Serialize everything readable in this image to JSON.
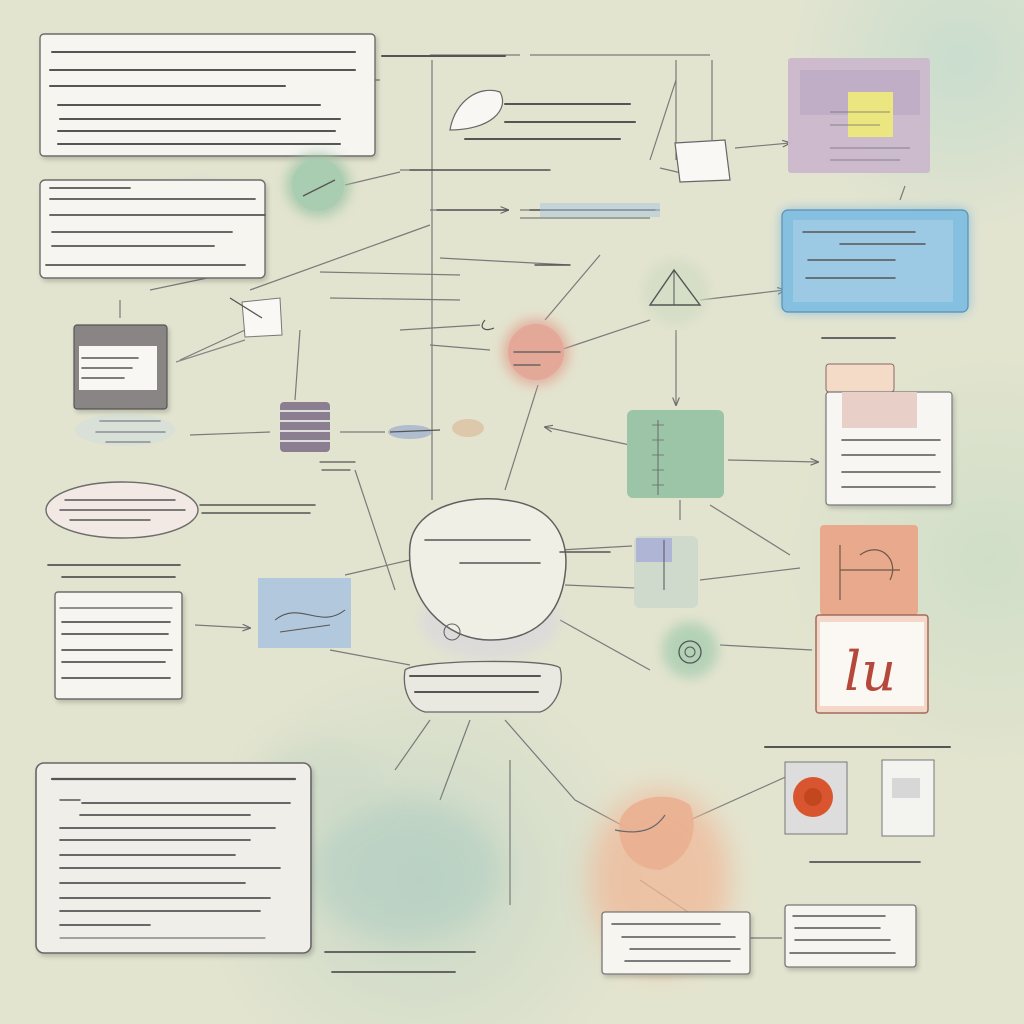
{
  "mind_map": {
    "nodes": [
      {
        "id": "top-left-note",
        "shape": "document"
      },
      {
        "id": "left-note",
        "shape": "document"
      },
      {
        "id": "left-monitor",
        "shape": "monitor"
      },
      {
        "id": "left-ellipse",
        "shape": "ellipse"
      },
      {
        "id": "left-card",
        "shape": "document"
      },
      {
        "id": "bottom-left-panel",
        "shape": "document"
      },
      {
        "id": "center-blob",
        "shape": "blob"
      },
      {
        "id": "center-caption",
        "shape": "rounded-label"
      },
      {
        "id": "red-circle",
        "shape": "circle"
      },
      {
        "id": "green-circle",
        "shape": "circle"
      },
      {
        "id": "triangle-node",
        "shape": "circle"
      },
      {
        "id": "green-box",
        "shape": "box"
      },
      {
        "id": "purple-panel",
        "shape": "window"
      },
      {
        "id": "blue-panel",
        "shape": "window"
      },
      {
        "id": "right-document",
        "shape": "document"
      },
      {
        "id": "orange-sketch",
        "shape": "box"
      },
      {
        "id": "handwriting-card",
        "shape": "card"
      },
      {
        "id": "bottom-right-note",
        "shape": "document"
      },
      {
        "id": "bottom-center-note",
        "shape": "document"
      },
      {
        "id": "orange-figure",
        "shape": "blob"
      }
    ],
    "handwriting_card": {
      "text": "lu"
    }
  },
  "colors": {
    "background": "#e3e4cf",
    "paper": "#f4f3ee",
    "ink": "#4a4a4a",
    "connector": "#7a7a7a",
    "green_node": "#9cc4a6",
    "red_node": "#e0a493",
    "blue_panel": "#7ab8dc",
    "purple_panel": "#cbb8cc",
    "orange_node": "#e8b89a",
    "accent_red": "#b3483b",
    "accent_yellow": "#ece680"
  },
  "icons": [
    "triangle-icon",
    "spiral-icon",
    "pen-icon",
    "document-icon",
    "disc-icon"
  ]
}
